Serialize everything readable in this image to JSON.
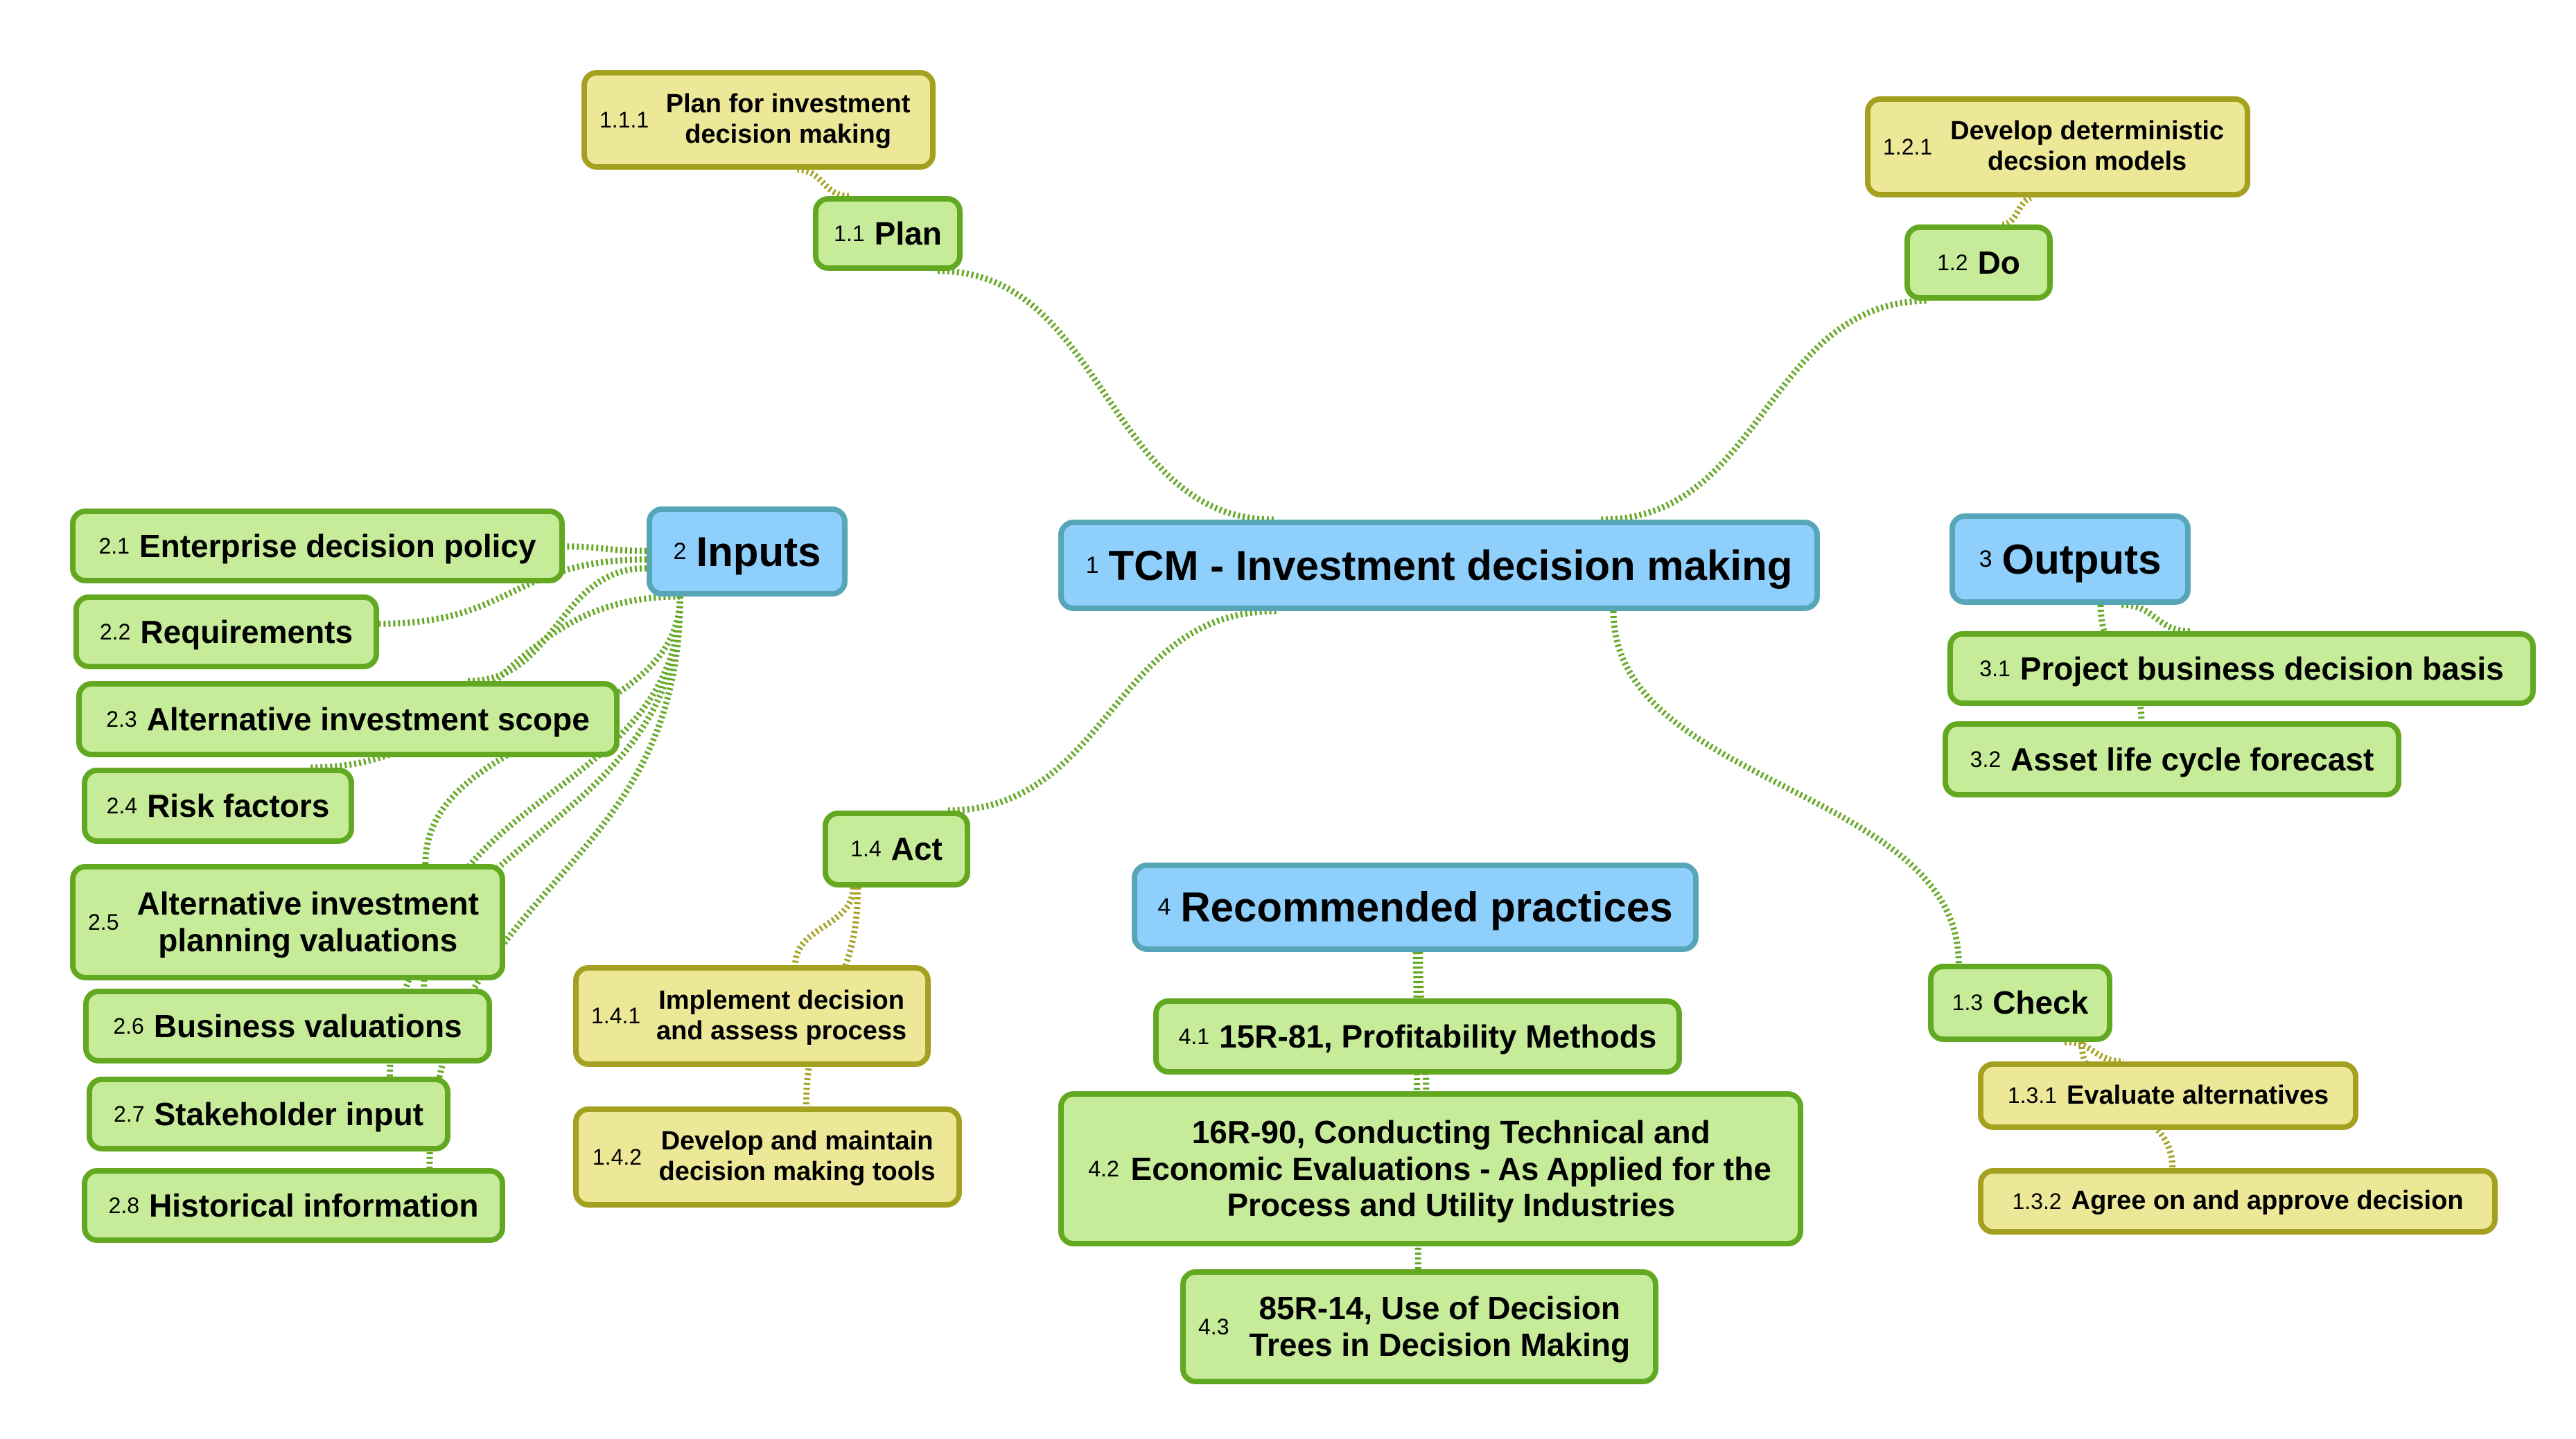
{
  "title": "TCM - Investment decision making mind map",
  "colors": {
    "topic_fill": "#8ecffc",
    "topic_border": "#56a6b8",
    "sub_fill": "#c6ec9a",
    "sub_border": "#62a821",
    "leaf_fill": "#ece898",
    "leaf_border": "#a4a020",
    "link_green": "#62a821",
    "link_olive": "#a4a020"
  },
  "nodes": {
    "root": {
      "num": "1",
      "label": "TCM - Investment decision making"
    },
    "n1_1": {
      "num": "1.1",
      "label": "Plan"
    },
    "n1_1_1": {
      "num": "1.1.1",
      "label": "Plan for investment decision making"
    },
    "n1_2": {
      "num": "1.2",
      "label": "Do"
    },
    "n1_2_1": {
      "num": "1.2.1",
      "label": "Develop deterministic decsion models"
    },
    "n1_3": {
      "num": "1.3",
      "label": "Check"
    },
    "n1_3_1": {
      "num": "1.3.1",
      "label": "Evaluate alternatives"
    },
    "n1_3_2": {
      "num": "1.3.2",
      "label": "Agree on and approve decision"
    },
    "n1_4": {
      "num": "1.4",
      "label": "Act"
    },
    "n1_4_1": {
      "num": "1.4.1",
      "label": "Implement decision and assess process"
    },
    "n1_4_2": {
      "num": "1.4.2",
      "label": "Develop and maintain decision making tools"
    },
    "n2": {
      "num": "2",
      "label": "Inputs"
    },
    "n2_1": {
      "num": "2.1",
      "label": "Enterprise decision policy"
    },
    "n2_2": {
      "num": "2.2",
      "label": "Requirements"
    },
    "n2_3": {
      "num": "2.3",
      "label": "Alternative investment scope"
    },
    "n2_4": {
      "num": "2.4",
      "label": "Risk factors"
    },
    "n2_5": {
      "num": "2.5",
      "label": "Alternative investment planning valuations"
    },
    "n2_6": {
      "num": "2.6",
      "label": "Business valuations"
    },
    "n2_7": {
      "num": "2.7",
      "label": "Stakeholder input"
    },
    "n2_8": {
      "num": "2.8",
      "label": "Historical information"
    },
    "n3": {
      "num": "3",
      "label": "Outputs"
    },
    "n3_1": {
      "num": "3.1",
      "label": "Project business decision basis"
    },
    "n3_2": {
      "num": "3.2",
      "label": "Asset life cycle forecast"
    },
    "n4": {
      "num": "4",
      "label": "Recommended practices"
    },
    "n4_1": {
      "num": "4.1",
      "label": "15R-81, Profitability Methods"
    },
    "n4_2": {
      "num": "4.2",
      "label": "16R-90, Conducting Technical and Economic Evaluations - As Applied for the Process and Utility Industries"
    },
    "n4_3": {
      "num": "4.3",
      "label": "85R-14, Use of Decision Trees in Decision Making"
    }
  },
  "links": [
    {
      "from": "root",
      "to": "n1_1",
      "kind": "green"
    },
    {
      "from": "root",
      "to": "n1_2",
      "kind": "green"
    },
    {
      "from": "root",
      "to": "n1_3",
      "kind": "green"
    },
    {
      "from": "root",
      "to": "n1_4",
      "kind": "green"
    },
    {
      "from": "n1_1",
      "to": "n1_1_1",
      "kind": "olive"
    },
    {
      "from": "n1_2",
      "to": "n1_2_1",
      "kind": "olive"
    },
    {
      "from": "n1_3",
      "to": "n1_3_1",
      "kind": "olive"
    },
    {
      "from": "n1_3",
      "to": "n1_3_2",
      "kind": "olive"
    },
    {
      "from": "n1_4",
      "to": "n1_4_1",
      "kind": "olive"
    },
    {
      "from": "n1_4",
      "to": "n1_4_2",
      "kind": "olive"
    },
    {
      "from": "n2",
      "to": "n2_1",
      "kind": "green"
    },
    {
      "from": "n2",
      "to": "n2_2",
      "kind": "green"
    },
    {
      "from": "n2",
      "to": "n2_3",
      "kind": "green"
    },
    {
      "from": "n2",
      "to": "n2_4",
      "kind": "green"
    },
    {
      "from": "n2",
      "to": "n2_5",
      "kind": "green"
    },
    {
      "from": "n2",
      "to": "n2_6",
      "kind": "green"
    },
    {
      "from": "n2",
      "to": "n2_7",
      "kind": "green"
    },
    {
      "from": "n2",
      "to": "n2_8",
      "kind": "green"
    },
    {
      "from": "n3",
      "to": "n3_1",
      "kind": "green"
    },
    {
      "from": "n3",
      "to": "n3_2",
      "kind": "green"
    },
    {
      "from": "n4",
      "to": "n4_1",
      "kind": "green"
    },
    {
      "from": "n4",
      "to": "n4_2",
      "kind": "green"
    },
    {
      "from": "n4",
      "to": "n4_3",
      "kind": "green"
    }
  ]
}
